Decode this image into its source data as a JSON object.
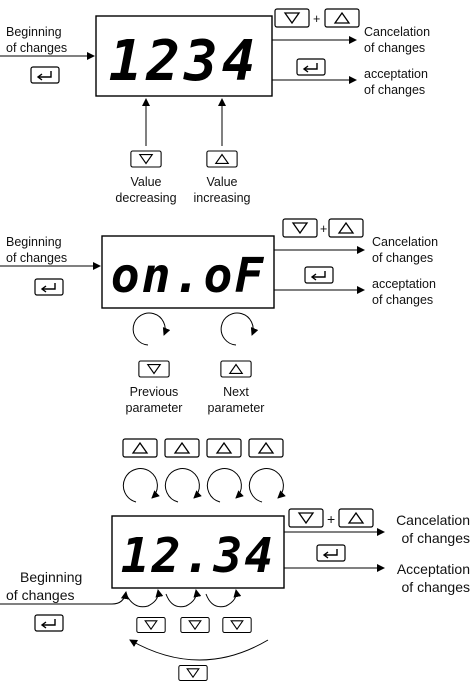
{
  "section1": {
    "display": "1234",
    "beginning_line1": "Beginning",
    "beginning_line2": "of changes",
    "cancel_line1": "Cancelation",
    "cancel_line2": "of changes",
    "accept_line1": "acceptation",
    "accept_line2": "of changes",
    "plus": "+",
    "dec_line1": "Value",
    "dec_line2": "decreasing",
    "inc_line1": "Value",
    "inc_line2": "increasing"
  },
  "section2": {
    "display": "on.oF",
    "beginning_line1": "Beginning",
    "beginning_line2": "of changes",
    "cancel_line1": "Cancelation",
    "cancel_line2": "of changes",
    "accept_line1": "acceptation",
    "accept_line2": "of changes",
    "plus": "+",
    "prev_line1": "Previous",
    "prev_line2": "parameter",
    "next_line1": "Next",
    "next_line2": "parameter"
  },
  "section3": {
    "display": "12.34",
    "beginning_line1": "Beginning",
    "beginning_line2": "of changes",
    "cancel_line1": "Cancelation",
    "cancel_line2": "of changes",
    "accept_line1": "Acceptation",
    "accept_line2": "of changes",
    "plus": "+"
  },
  "icons": {
    "up": "up-triangle-key-icon",
    "down": "down-triangle-key-icon",
    "enter": "enter-key-icon",
    "rotate": "rotate-arrow-icon"
  }
}
